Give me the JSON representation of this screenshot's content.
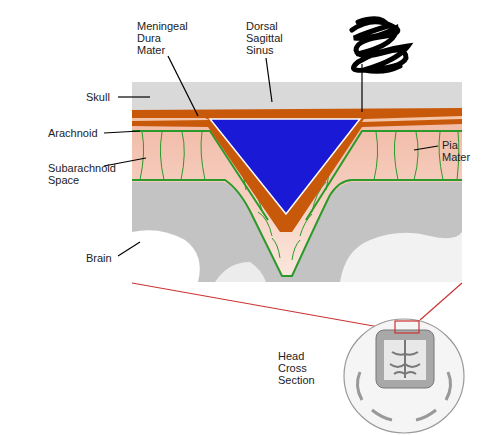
{
  "diagram": {
    "labels": [
      "Meningeal Dura Mater",
      "Dorsal Sagittal Sinus",
      "Skull",
      "Arachnoid",
      "Subarachnoid Space",
      "Pia Mater",
      "Brain",
      "Head Cross Section"
    ]
  }
}
